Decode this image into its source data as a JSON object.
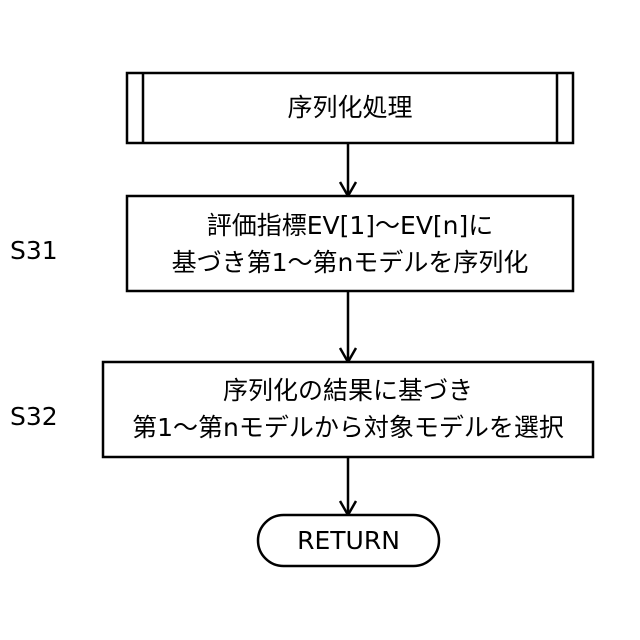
{
  "start": {
    "label": "序列化処理"
  },
  "steps": [
    {
      "id": "S31",
      "lines": [
        "評価指標EV[1]～EV[n]に",
        "基づき第1～第nモデルを序列化"
      ]
    },
    {
      "id": "S32",
      "lines": [
        "序列化の結果に基づき",
        "第1～第nモデルから対象モデルを選択"
      ]
    }
  ],
  "end": {
    "label": "RETURN"
  },
  "colors": {
    "stroke": "#000000",
    "fill": "#ffffff"
  }
}
